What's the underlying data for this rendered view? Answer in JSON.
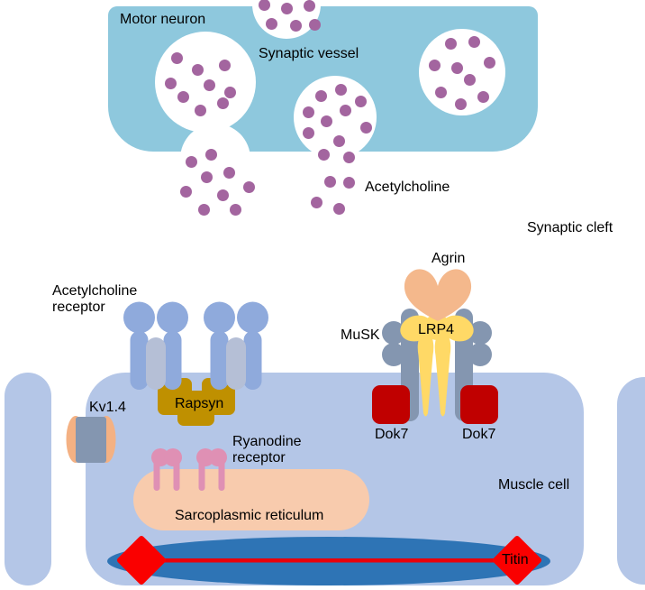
{
  "labels": {
    "motor_neuron": "Motor neuron",
    "synaptic_vessel": "Synaptic vessel",
    "acetylcholine": "Acetylcholine",
    "synaptic_cleft": "Synaptic cleft",
    "acetylcholine_receptor": {
      "line1": "Acetylcholine",
      "line2": "receptor"
    },
    "agrin": "Agrin",
    "musk": "MuSK",
    "lrp4": "LRP4",
    "kv14": "Kv1.4",
    "rapsyn": "Rapsyn",
    "dok7_left": "Dok7",
    "dok7_right": "Dok7",
    "ryanodine_receptor": {
      "line1": "Ryanodine",
      "line2": "receptor"
    },
    "sarcoplasmic_reticulum": "Sarcoplasmic reticulum",
    "muscle_cell": "Muscle cell",
    "titin": "Titin"
  },
  "colors": {
    "motor_neuron": "#8EC8DD",
    "vesicle": "#FFFFFF",
    "acetylcholine_dot": "#A3659F",
    "muscle_cell": "#B4C6E7",
    "achr_blue": "#8FAADC",
    "achr_inner": "#B5BFD6",
    "rapsyn": "#BF9000",
    "channel_gray": "#8496B0",
    "channel_cap": "#F4B183",
    "agrin": "#F4B88C",
    "lrp4": "#FFD966",
    "dok7": "#C00000",
    "sarcoplasmic_reticulum": "#F8CBAD",
    "ryanodine": "#DF90B4",
    "titin_band": "#2E74B5",
    "titin_line": "#E8000B",
    "titin_diamond": "#FA0000",
    "text": "#000000"
  },
  "dots": {
    "diameter": 13,
    "groups": [
      {
        "name": "vesicle-top-dots",
        "points": [
          [
            293,
            5
          ],
          [
            318,
            9
          ],
          [
            343,
            6
          ],
          [
            301,
            26
          ],
          [
            328,
            28
          ],
          [
            349,
            27
          ]
        ]
      },
      {
        "name": "vesicle-left-dots",
        "points": [
          [
            196,
            64
          ],
          [
            219,
            77
          ],
          [
            249,
            72
          ],
          [
            189,
            92
          ],
          [
            232,
            94
          ],
          [
            203,
            107
          ],
          [
            255,
            102
          ],
          [
            222,
            122
          ],
          [
            247,
            114
          ]
        ]
      },
      {
        "name": "vesicle-right-dots",
        "points": [
          [
            500,
            48
          ],
          [
            526,
            46
          ],
          [
            482,
            72
          ],
          [
            507,
            75
          ],
          [
            543,
            69
          ],
          [
            521,
            88
          ],
          [
            489,
            102
          ],
          [
            511,
            115
          ],
          [
            536,
            107
          ]
        ]
      },
      {
        "name": "vesicle-fusing-dots",
        "points": [
          [
            356,
            106
          ],
          [
            378,
            99
          ],
          [
            342,
            124
          ],
          [
            362,
            134
          ],
          [
            383,
            122
          ],
          [
            400,
            112
          ],
          [
            342,
            147
          ],
          [
            376,
            156
          ],
          [
            406,
            141
          ],
          [
            359,
            171
          ],
          [
            387,
            174
          ]
        ]
      },
      {
        "name": "released-center-dots",
        "points": [
          [
            366,
            201
          ],
          [
            387,
            202
          ],
          [
            351,
            224
          ],
          [
            376,
            231
          ]
        ]
      },
      {
        "name": "released-left-dots",
        "points": [
          [
            234,
            171
          ],
          [
            212,
            179
          ],
          [
            254,
            191
          ],
          [
            229,
            196
          ],
          [
            206,
            212
          ],
          [
            247,
            216
          ],
          [
            276,
            207
          ],
          [
            226,
            232
          ],
          [
            261,
            232
          ]
        ]
      }
    ]
  }
}
